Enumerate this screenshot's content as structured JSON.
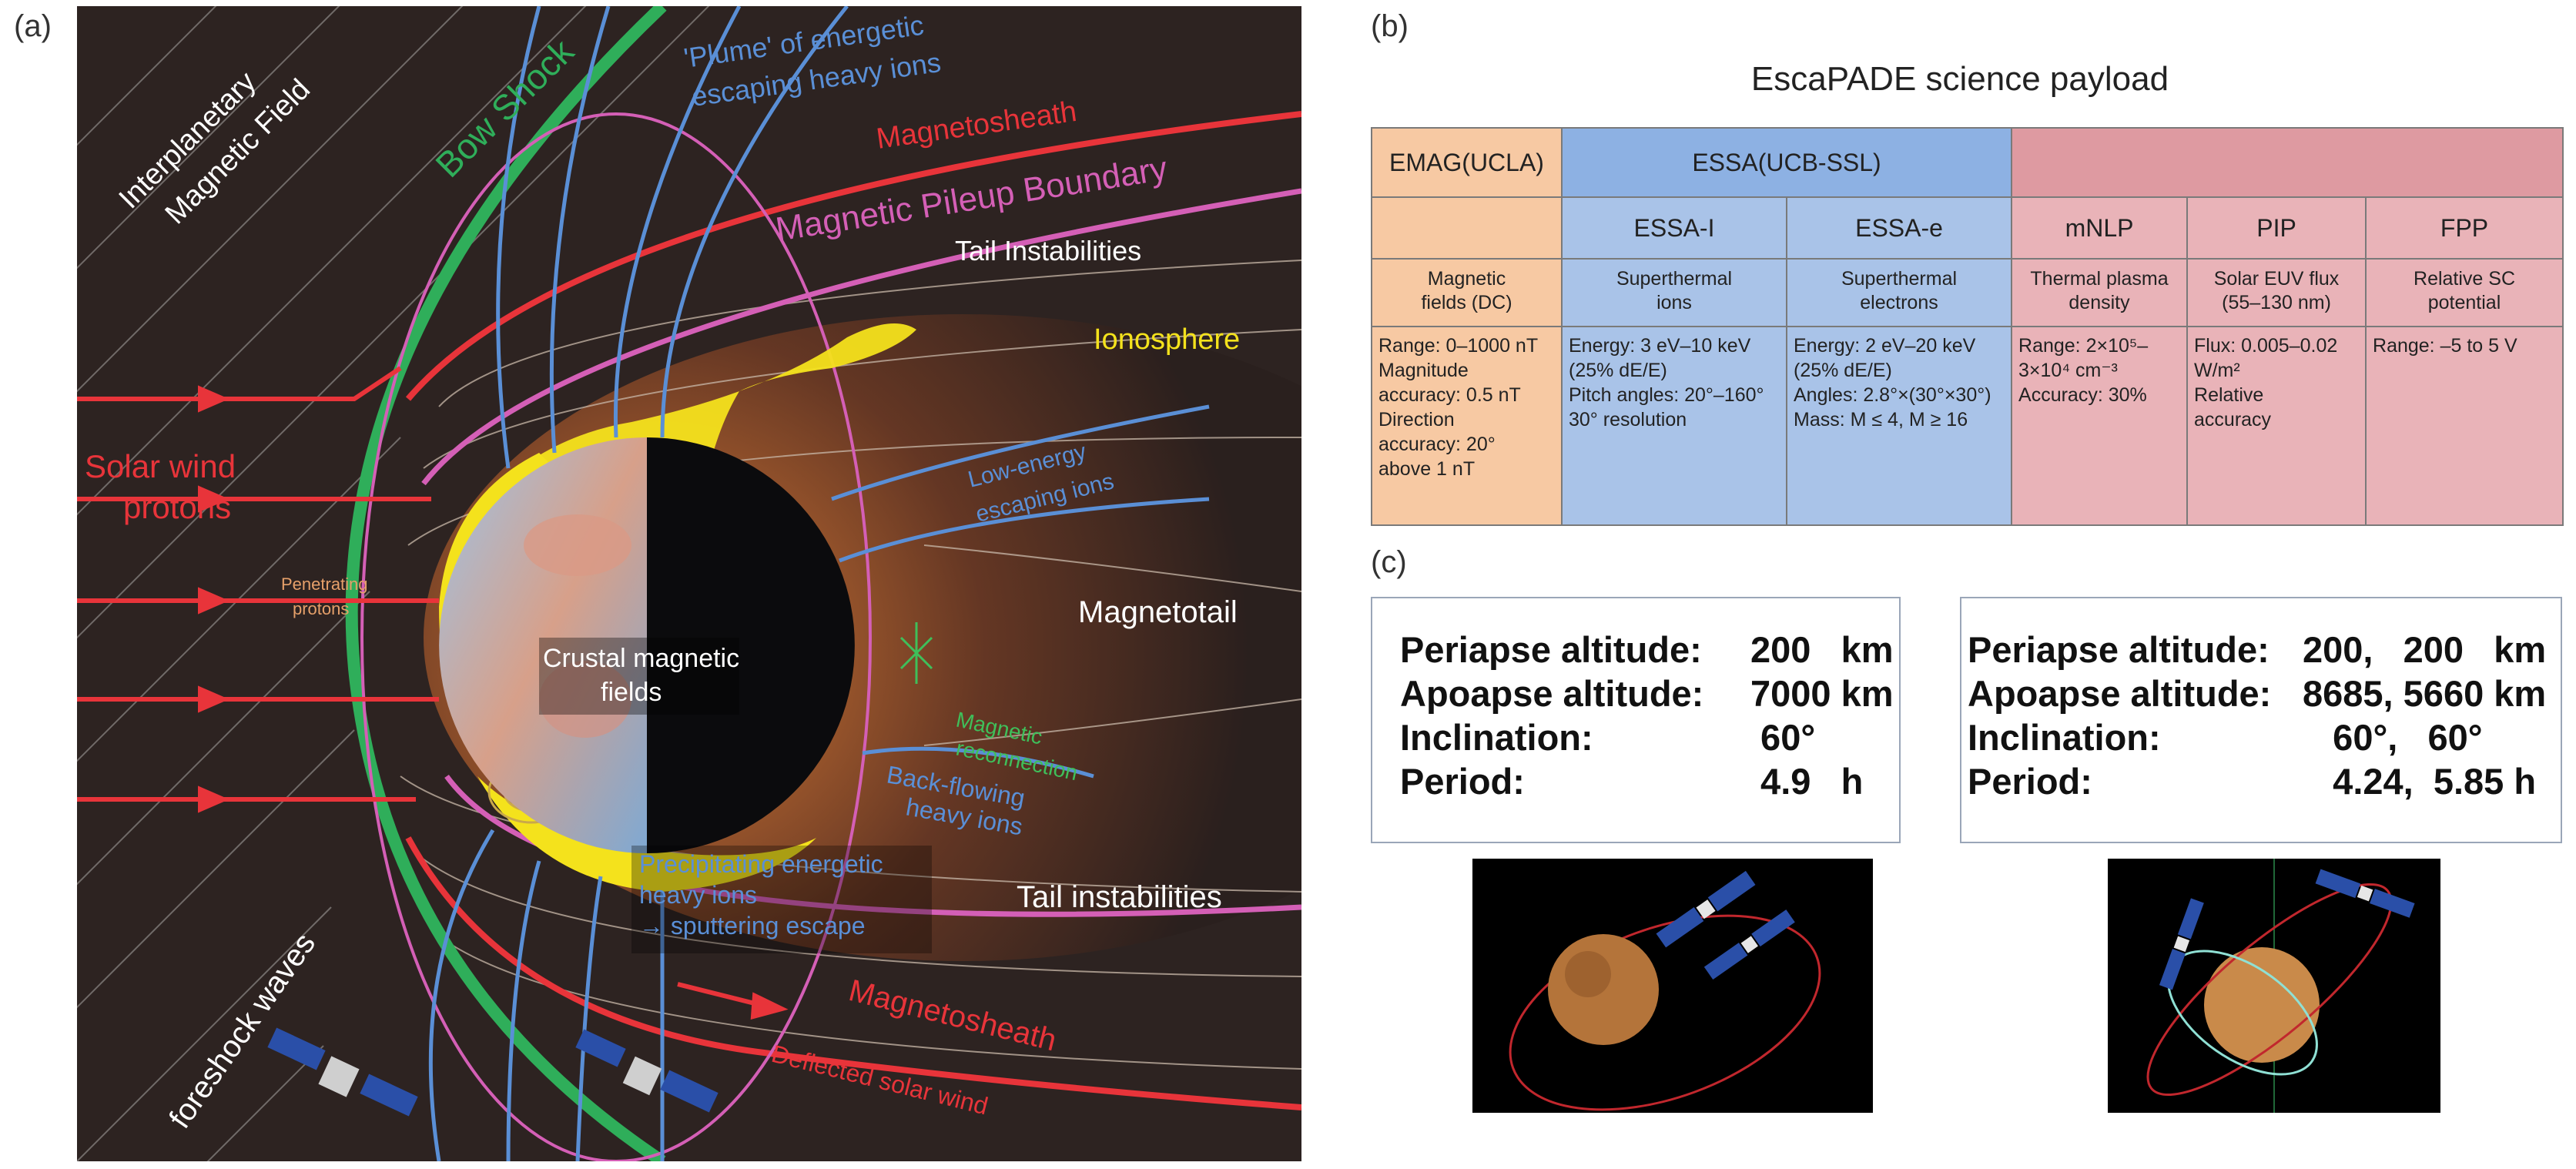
{
  "panel_labels": {
    "a": "(a)",
    "b": "(b)",
    "c": "(c)"
  },
  "diagram_a": {
    "interplanetary_field": [
      "Interplanetary",
      "Magnetic Field"
    ],
    "bow_shock": "Bow Shock",
    "plume": [
      "'Plume' of energetic",
      "escaping heavy ions"
    ],
    "magnetosheath_top": "Magnetosheath",
    "pileup_boundary": "Magnetic Pileup Boundary",
    "tail_instabilities_top": "Tail Instabilities",
    "ionosphere": "Ionosphere",
    "solar_wind": [
      "Solar wind",
      "protons"
    ],
    "low_energy": [
      "Low-energy",
      "escaping ions"
    ],
    "penetrating": [
      "Penetrating",
      "protons"
    ],
    "crustal": [
      "Crustal magnetic",
      "fields"
    ],
    "magnetotail": "Magnetotail",
    "reconnection": [
      "Magnetic",
      "reconnection"
    ],
    "back_flowing": [
      "Back-flowing",
      "heavy ions"
    ],
    "precipitating": [
      "Precipitating energetic",
      "heavy ions",
      "→ sputtering escape"
    ],
    "tail_instabilities_bottom": "Tail instabilities",
    "foreshock": "foreshock waves",
    "magnetosheath_bottom": "Magnetosheath",
    "deflected": "Deflected solar wind"
  },
  "payload_table": {
    "title": "EscaPADE science payload",
    "groups": [
      "EMAG(UCLA)",
      "ESSA(UCB-SSL)",
      ""
    ],
    "instruments": [
      "",
      "ESSA-I",
      "ESSA-e",
      "mNLP",
      "PIP",
      "FPP"
    ],
    "measurements": [
      [
        "Magnetic",
        "fields (DC)"
      ],
      [
        "Superthermal",
        "ions"
      ],
      [
        "Superthermal",
        "electrons"
      ],
      [
        "Thermal plasma",
        "density"
      ],
      [
        "Solar EUV flux",
        "(55–130 nm)"
      ],
      [
        "Relative SC",
        "potential"
      ]
    ],
    "specs": [
      [
        "Range: 0–1000 nT",
        "Magnitude",
        "accuracy: 0.5 nT",
        "Direction",
        "accuracy: 20°",
        "above 1 nT"
      ],
      [
        "Energy: 3 eV–10 keV",
        "(25% dE/E)",
        "Pitch angles: 20°–160°",
        "30° resolution"
      ],
      [
        "Energy: 2 eV–20 keV",
        "(25% dE/E)",
        "Angles: 2.8°×(30°×30°)",
        "Mass: M ≤ 4, M ≥ 16"
      ],
      [
        "Range: 2×10⁵–",
        "3×10⁴ cm⁻³",
        "Accuracy: 30%"
      ],
      [
        "Flux: 0.005–0.02",
        "W/m²",
        "Relative",
        "accuracy"
      ],
      [
        "Range: –5 to 5 V"
      ]
    ]
  },
  "orbits": {
    "left": [
      [
        "Periapse altitude:",
        "200   km"
      ],
      [
        "Apoapse altitude:",
        "7000 km"
      ],
      [
        "Inclination:",
        " 60°"
      ],
      [
        "Period:",
        " 4.9   h"
      ]
    ],
    "right": [
      [
        "Periapse altitude:",
        "200,   200   km"
      ],
      [
        "Apoapse altitude:",
        "8685, 5660 km"
      ],
      [
        "Inclination:",
        "   60°,   60°"
      ],
      [
        "Period:",
        "   4.24,  5.85 h"
      ]
    ]
  },
  "colors": {
    "bow_shock": "#2fae5a",
    "magnetosheath": "#e8343a",
    "pileup": "#d45fb6",
    "ionosphere": "#f4e21c",
    "ion_flow": "#5a8fd6",
    "background": "#2a1f1d"
  }
}
